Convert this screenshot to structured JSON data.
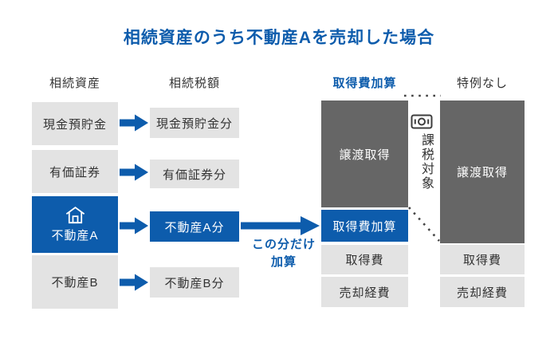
{
  "title": "相続資産のうち不動産Aを売却した場合",
  "col_assets": {
    "header": "相続資産",
    "items": {
      "cash": "現金預貯金",
      "securities": "有価証券",
      "estate_a": "不動産A",
      "estate_b": "不動産B"
    }
  },
  "col_tax": {
    "header": "相続税額",
    "items": {
      "cash": "現金預貯金分",
      "securities": "有価証券分",
      "estate_a": "不動産A分",
      "estate_b": "不動産B分"
    }
  },
  "col_addition": {
    "header": "取得費加算",
    "items": {
      "gain": "譲渡取得",
      "addition": "取得費加算",
      "cost": "取得費",
      "expense": "売却経費"
    }
  },
  "col_no_special": {
    "header": "特例なし",
    "items": {
      "gain": "譲渡取得",
      "cost": "取得費",
      "expense": "売却経費"
    }
  },
  "note": {
    "line1": "この分だけ",
    "line2": "加算"
  },
  "taxable": {
    "label": "課税対象"
  },
  "icons": {
    "house": "house-icon",
    "banknote": "banknote-icon"
  },
  "colors": {
    "accent_blue": "#0d5cac",
    "dark_gray_box": "#666666",
    "light_gray_box": "#e3e3e3",
    "text": "#333333",
    "text_on_fill": "#ffffff"
  }
}
